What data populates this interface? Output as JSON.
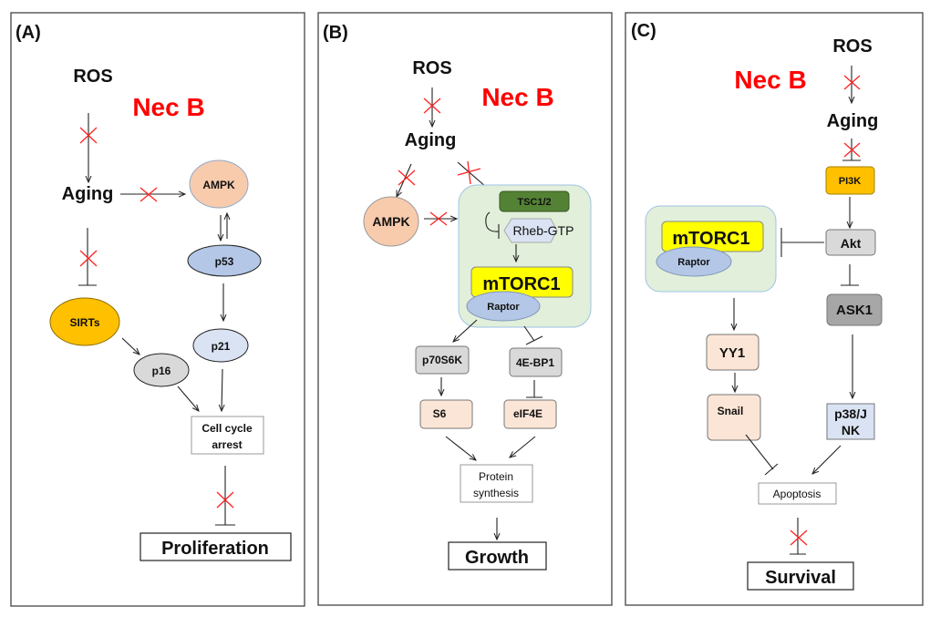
{
  "panels": {
    "A": {
      "label": "(A)",
      "ros": "ROS",
      "nec_b": "Nec B",
      "aging": "Aging",
      "ampk": "AMPK",
      "p53": "p53",
      "sirts": "SIRTs",
      "p21": "p21",
      "p16": "p16",
      "cell_cycle_1": "Cell cycle",
      "cell_cycle_2": "arrest",
      "outcome": "Proliferation"
    },
    "B": {
      "label": "(B)",
      "ros": "ROS",
      "nec_b": "Nec B",
      "aging": "Aging",
      "ampk": "AMPK",
      "tsc": "TSC1/2",
      "rheb": "Rheb-GTP",
      "mtorc1": "mTORC1",
      "raptor": "Raptor",
      "p70s6k": "p70S6K",
      "ebp1": "4E-BP1",
      "s6": "S6",
      "eif4e": "eIF4E",
      "protein_1": "Protein",
      "protein_2": "synthesis",
      "outcome": "Growth"
    },
    "C": {
      "label": "(C)",
      "ros": "ROS",
      "nec_b": "Nec B",
      "aging": "Aging",
      "pi3k": "PI3K",
      "akt": "Akt",
      "mtorc1": "mTORC1",
      "raptor": "Raptor",
      "ask1": "ASK1",
      "yy1": "YY1",
      "snail": "Snail",
      "p38_1": "p38/J",
      "p38_2": "NK",
      "apoptosis": "Apoptosis",
      "outcome": "Survival"
    }
  },
  "colors": {
    "inhibit_mark": "#ff2222",
    "nec_b": "#ff0000",
    "ampk": "#f8cbad",
    "p53": "#b4c7e7",
    "sirts": "#ffc000",
    "grey_node": "#d9d9d9",
    "p21": "#dae3f3",
    "mtorc1": "#ffff00",
    "complex_bg": "#e2efda",
    "tsc": "#548235",
    "peach_box": "#fbe5d6",
    "ask1": "#a6a6a6",
    "p38": "#dae3f3"
  }
}
